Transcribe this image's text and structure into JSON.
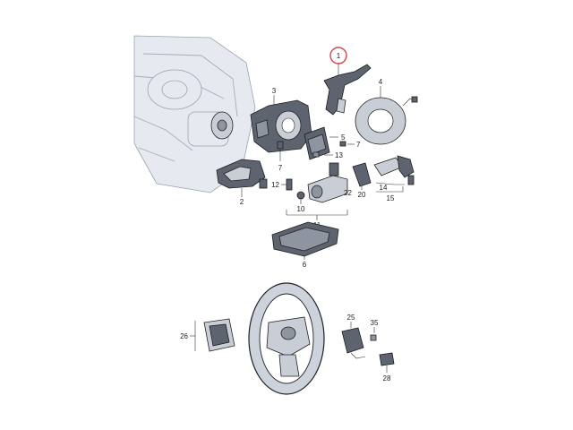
{
  "callouts": {
    "c1": "1",
    "c2": "2",
    "c3": "3",
    "c4": "4",
    "c5": "5",
    "c6": "6",
    "c7a": "7",
    "c7b": "7",
    "c10": "10",
    "c11": "11",
    "c12": "12",
    "c13": "13",
    "c14": "14",
    "c15": "15",
    "c20": "20",
    "c22": "22",
    "c25": "25",
    "c26": "26",
    "c28": "28",
    "c35": "35"
  },
  "colors": {
    "highlight": "#d9434b",
    "part_fill": "#c9ced6",
    "part_dark": "#5d6470",
    "ghost_fill": "#e6e9ef",
    "ghost_line": "#a4adbb"
  },
  "icons": {
    "wiper-stalk": "wiper-stalk-icon",
    "clock-spring": "clock-spring-icon",
    "steering-wheel": "steering-wheel-icon",
    "ignition-key": "key-icon"
  }
}
